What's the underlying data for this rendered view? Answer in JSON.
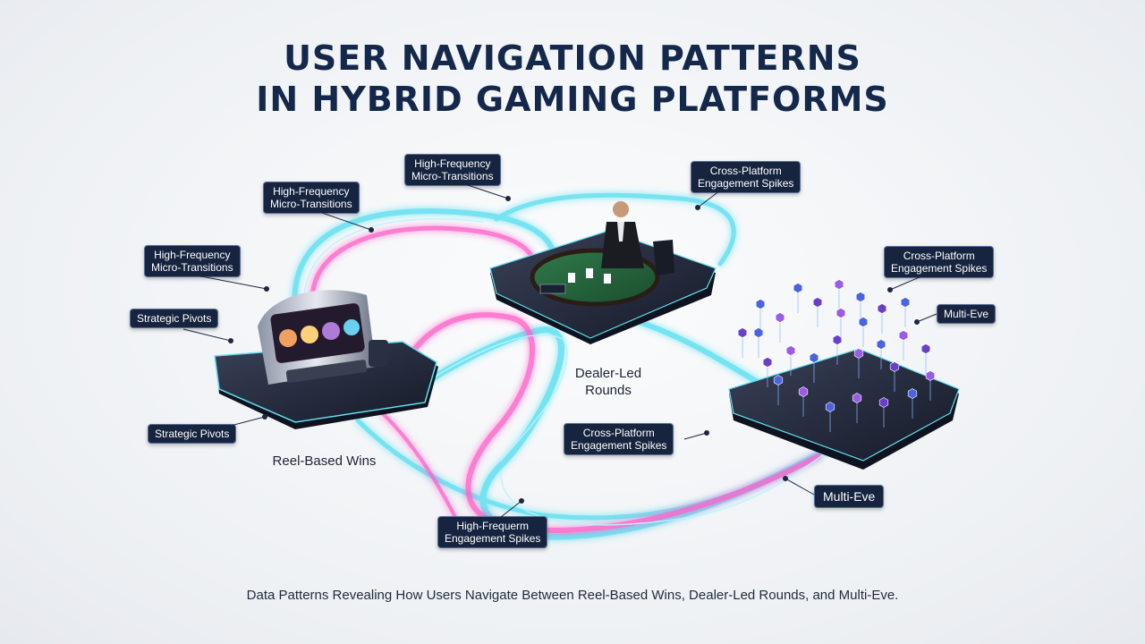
{
  "title": {
    "line1": "USER NAVIGATION PATTERNS",
    "line2": "IN HYBRID GAMING PLATFORMS"
  },
  "nodes": {
    "slots": {
      "label": "Reel-Based Wins"
    },
    "dealer": {
      "label_line1": "Dealer-Led",
      "label_line2": "Rounds"
    },
    "network": {
      "label": "Multi-Eve"
    }
  },
  "callouts": [
    {
      "line1": "High-Frequency",
      "line2": "Micro-Transitions"
    },
    {
      "line1": "High-Frequency",
      "line2": "Micro-Transitions"
    },
    {
      "line1": "High-Frequency",
      "line2": "Micro-Transitions"
    },
    {
      "line1": "Cross-Platform",
      "line2": "Engagement Spikes"
    },
    {
      "line1": "Cross-Platform",
      "line2": "Engagement Spikes"
    },
    {
      "line1": "Strategic Pivots"
    },
    {
      "line1": "Strategic Pivots"
    },
    {
      "line1": "Cross-Platform",
      "line2": "Engagement Spikes"
    },
    {
      "line1": "Multi-Eve"
    },
    {
      "line1": "High-Frequerm",
      "line2": "Engagement Spikes"
    }
  ],
  "caption": "Data Patterns Revealing How Users Navigate Between Reel-Based Wins, Dealer-Led Rounds, and Multi-Eve.",
  "colors": {
    "title": "#14284b",
    "tag_bg": "#16243f",
    "stream_cyan": "#5fe0f0",
    "stream_pink": "#ff5fc8",
    "platform": "#1c2235",
    "node_blue": "#4a63e0",
    "node_purple": "#9a5be6"
  },
  "icons": [
    "slot-machine-icon",
    "dealer-table-icon",
    "network-graph-icon"
  ]
}
